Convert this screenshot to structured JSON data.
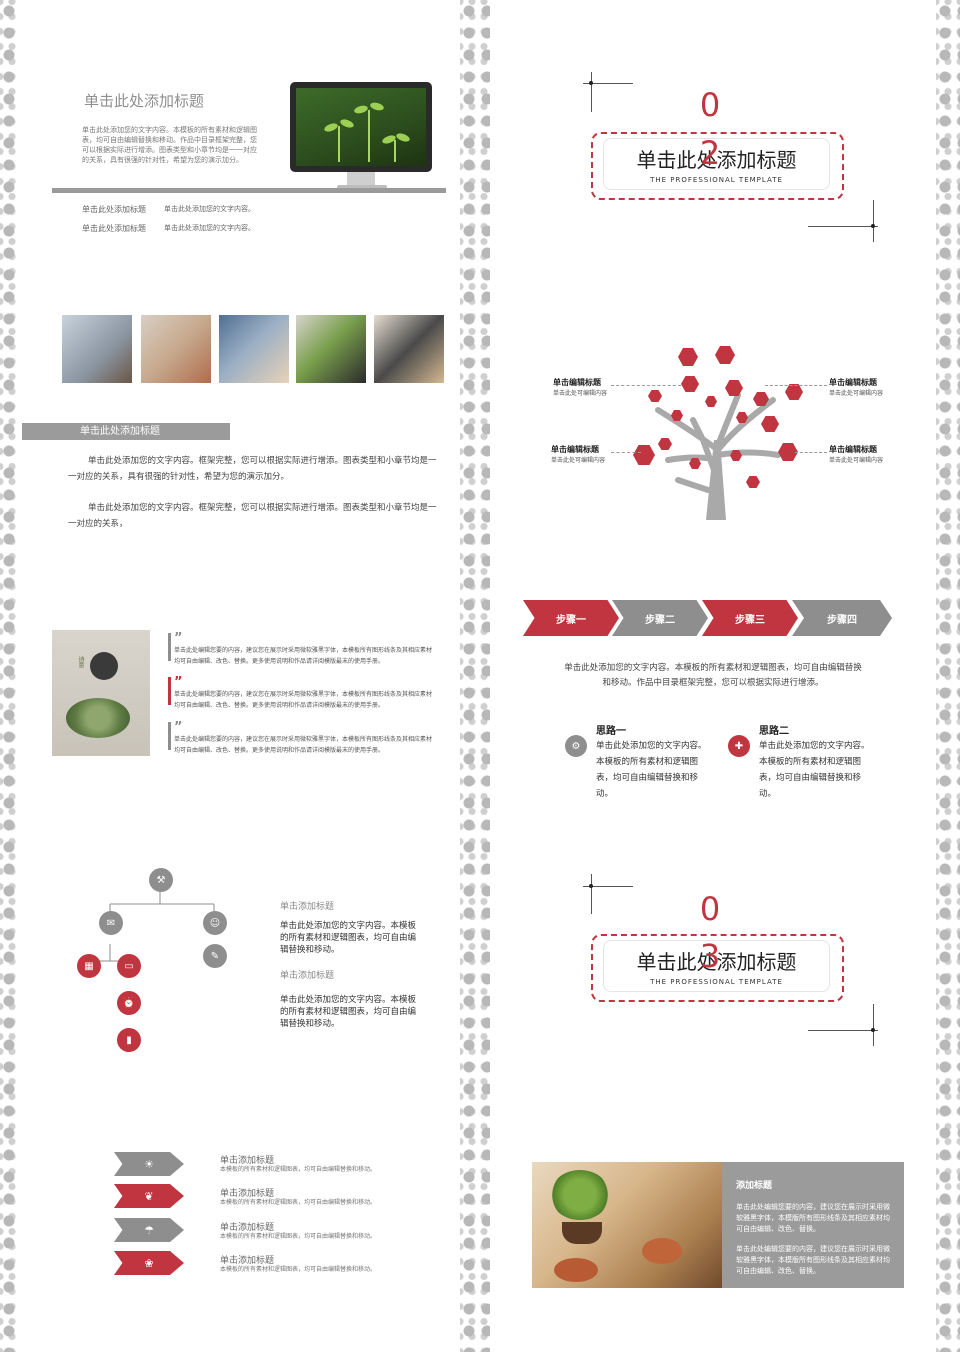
{
  "slide1": {
    "title": "单击此处添加标题",
    "body": "单击此处添加您的文字内容。本模板的所有素材和逻辑图表，均可自由编辑替换和移动。作品中目录框架完整，您可以根据实际进行增添。图表类型和小章节均是一一对应的关系，具有很强的针对性，希望为您的演示加分。",
    "rows": [
      {
        "label": "单击此处添加标题",
        "text": "单击此处添加您的文字内容。"
      },
      {
        "label": "单击此处添加标题",
        "text": "单击此处添加您的文字内容。"
      }
    ]
  },
  "section2": {
    "num_top": "0",
    "num_bottom": "2",
    "title": "单击此处添加标题",
    "subtitle": "THE PROFESSIONAL TEMPLATE"
  },
  "slide3": {
    "band": "单击此处添加标题",
    "para1": "单击此处添加您的文字内容。框架完整，您可以根据实际进行增添。图表类型和小章节均是一一对应的关系，具有很强的针对性，希望为您的演示加分。",
    "para2": "单击此处添加您的文字内容。框架完整，您可以根据实际进行增添。图表类型和小章节均是一一对应的关系，"
  },
  "slide4": {
    "labels": [
      {
        "title": "单击编辑标题",
        "sub": "单击此处可编辑内容"
      },
      {
        "title": "单击编辑标题",
        "sub": "单击此处可编辑内容"
      },
      {
        "title": "单击编辑标题",
        "sub": "单击此处可编辑内容"
      },
      {
        "title": "单击编辑标题",
        "sub": "单击此处可编辑内容"
      }
    ]
  },
  "slide5": {
    "image_text": "诗意",
    "items": [
      {
        "mark": "”",
        "text": "单击此处编辑您要的内容，建议您在展示时采用微软雅黑字体，本模板所有图形线条及其相应素材均可自由编辑、改色、替换。更多使用说明和作品请详阅模版最末的使用手册。",
        "color": "#8e8e8e"
      },
      {
        "mark": "”",
        "text": "单击此处编辑您要的内容，建议您在展示时采用微软雅黑字体，本模板所有图形线条及其相应素材均可自由编辑、改色、替换。更多使用说明和作品请详阅模版最末的使用手册。",
        "color": "#c0353f"
      },
      {
        "mark": "”",
        "text": "单击此处编辑您要的内容，建议您在展示时采用微软雅黑字体，本模板所有图形线条及其相应素材均可自由编辑、改色、替换。更多使用说明和作品请详阅模版最末的使用手册。",
        "color": "#8e8e8e"
      }
    ]
  },
  "slide6": {
    "steps": [
      "步骤一",
      "步骤二",
      "步骤三",
      "步骤四"
    ],
    "intro": "单击此处添加您的文字内容。本模板的所有素材和逻辑图表，均可自由编辑替换和移动。作品中目录框架完整，您可以根据实际进行增添。",
    "ideas": [
      {
        "title": "思路一",
        "text": "单击此处添加您的文字内容。本模板的所有素材和逻辑图表，均可自由编辑替换和移动。"
      },
      {
        "title": "思路二",
        "text": "单击此处添加您的文字内容。本模板的所有素材和逻辑图表，均可自由编辑替换和移动。"
      }
    ]
  },
  "slide7": {
    "blocks": [
      {
        "title": "单击添加标题",
        "text": "单击此处添加您的文字内容。本模板的所有素材和逻辑图表，均可自由编辑替换和移动。"
      },
      {
        "title": "单击添加标题",
        "text": "单击此处添加您的文字内容。本模板的所有素材和逻辑图表，均可自由编辑替换和移动。"
      }
    ]
  },
  "section3": {
    "num_top": "0",
    "num_bottom": "3",
    "title": "单击此处添加标题",
    "subtitle": "THE PROFESSIONAL TEMPLATE"
  },
  "slide9": {
    "items": [
      {
        "title": "单击添加标题",
        "text": "本模板的所有素材和逻辑图表，均可自由编辑替换和移动。",
        "icon": "sun-icon",
        "glyph": "☀",
        "color": "#8e8e8e"
      },
      {
        "title": "单击添加标题",
        "text": "本模板的所有素材和逻辑图表，均可自由编辑替换和移动。",
        "icon": "leaf-icon",
        "glyph": "❦",
        "color": "#c0353f"
      },
      {
        "title": "单击添加标题",
        "text": "本模板的所有素材和逻辑图表，均可自由编辑替换和移动。",
        "icon": "umbrella-icon",
        "glyph": "☂",
        "color": "#8e8e8e"
      },
      {
        "title": "单击添加标题",
        "text": "本模板的所有素材和逻辑图表，均可自由编辑替换和移动。",
        "icon": "apple-icon",
        "glyph": "❀",
        "color": "#c0353f"
      }
    ]
  },
  "slide10": {
    "title": "添加标题",
    "para1": "单击此处编辑您要的内容，建议您在展示时采用微软雅黑字体，本模版所有图形线条及其相应素材均可自由编辑、改色、替换。",
    "para2": "单击此处编辑您要的内容，建议您在展示时采用微软雅黑字体，本模版所有图形线条及其相应素材均可自由编辑、改色、替换。"
  },
  "colors": {
    "accent": "#c0353f",
    "grey": "#8e8e8e"
  }
}
